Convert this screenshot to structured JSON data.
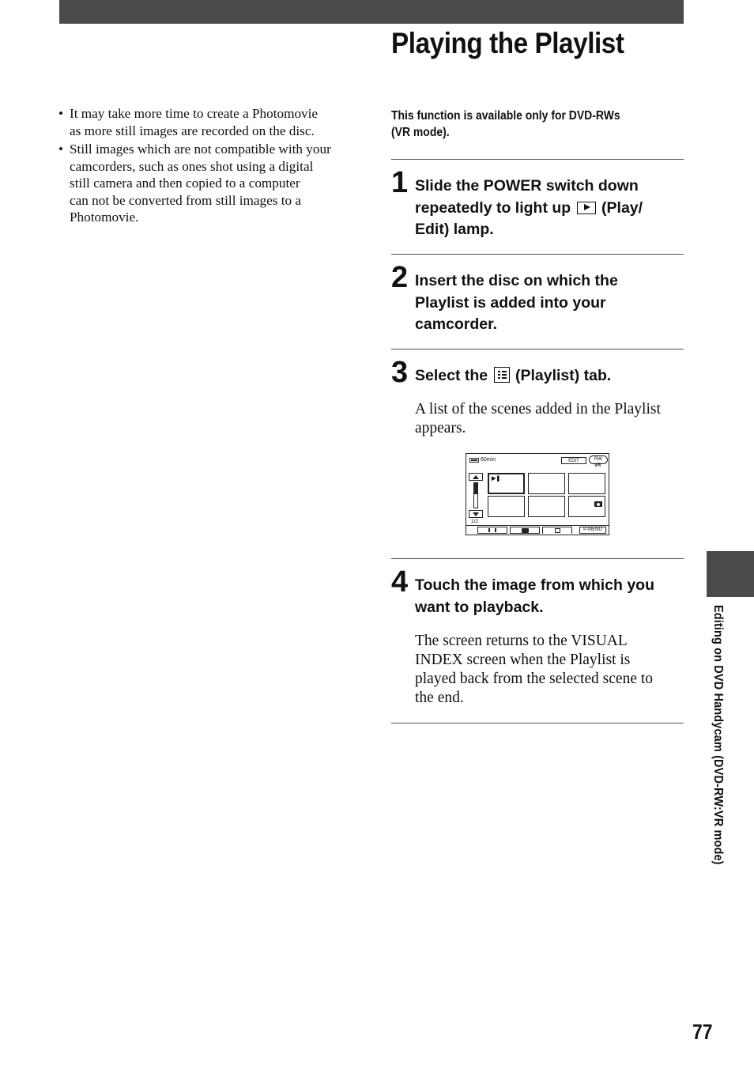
{
  "page": {
    "title": "Playing the Playlist",
    "page_number": "77",
    "side_label": "Editing on DVD Handycam (DVD-RW:VR mode)"
  },
  "notes": [
    [
      "It may take more time to create a Photomovie",
      "as more still images are recorded on the disc."
    ],
    [
      "Still images which are not compatible with your",
      "camcorders, such as ones shot using a digital",
      "still camera and then copied to a computer",
      "can not be converted from still images to a",
      "Photomovie."
    ]
  ],
  "intro": [
    "This function is available only for DVD-RWs",
    "(VR mode)."
  ],
  "steps": [
    {
      "number": "1",
      "heading": [
        "Slide the POWER switch down",
        "repeatedly to light up",
        "(Play/",
        "Edit) lamp."
      ],
      "icon": "play-edit-icon"
    },
    {
      "number": "2",
      "heading": [
        "Insert the disc on which the",
        "Playlist is added into your",
        "camcorder."
      ]
    },
    {
      "number": "3",
      "heading_pre": "Select the",
      "heading_post": "(Playlist) tab.",
      "icon": "playlist-icon",
      "body": [
        "A list of the scenes added in the Playlist",
        "appears."
      ]
    },
    {
      "number": "4",
      "heading": [
        "Touch the image from which you",
        "want to playback."
      ],
      "body": [
        "The screen returns to the VISUAL",
        "INDEX screen when the Playlist is",
        "played back from the selected scene to",
        "the end."
      ]
    }
  ],
  "screen": {
    "battery_text": "60min",
    "edit_label": "EDIT",
    "disc_badge": "RW",
    "mode_badge": "VR",
    "page_indicator": "1/2",
    "menu_label": "P-MENU",
    "thumbnail_count": 6
  }
}
